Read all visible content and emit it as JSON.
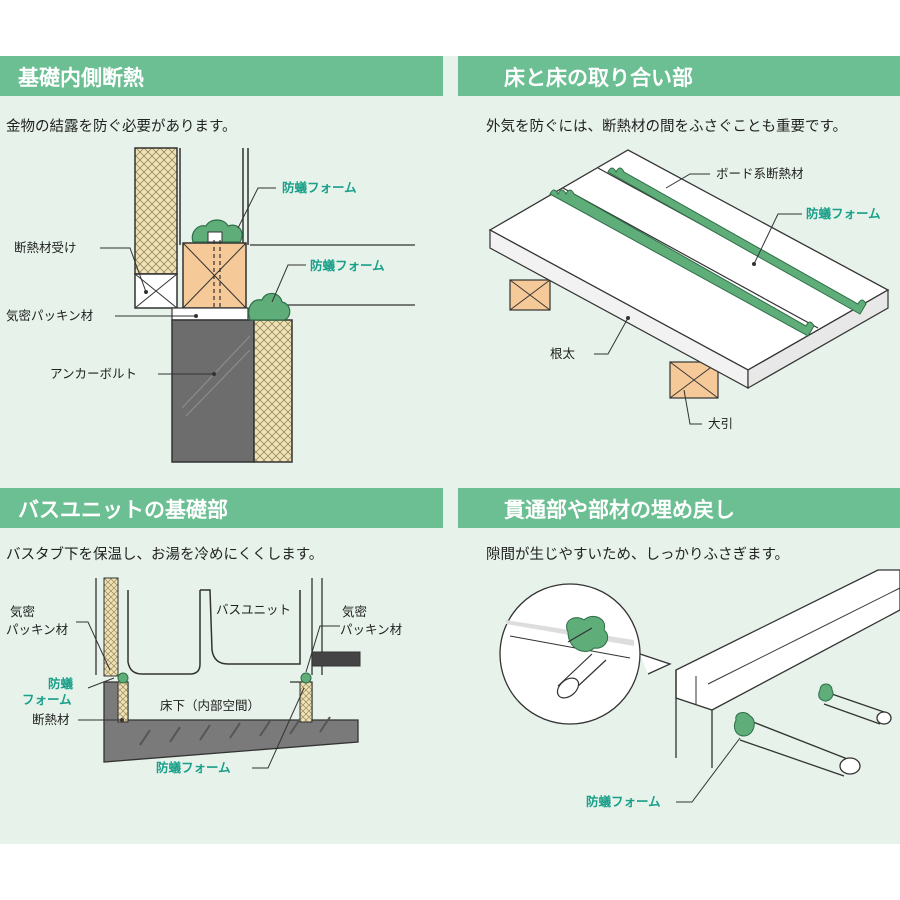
{
  "sections": {
    "foundation_inner": {
      "title": "基礎内側断熱",
      "caption": "金物の結露を防ぐ必要があります。",
      "labels": {
        "antitermite_top": "防蟻フォーム",
        "antitermite_side": "防蟻フォーム",
        "insulation_holder": "断熱材受け",
        "airtight_packing": "気密パッキン材",
        "anchor_bolt": "アンカーボルト"
      }
    },
    "floor_junction": {
      "title": "床と床の取り合い部",
      "caption": "外気を防ぐには、断熱材の間をふさぐことも重要です。",
      "labels": {
        "board_insulation": "ボード系断熱材",
        "antitermite": "防蟻フォーム",
        "joist": "根太",
        "beam": "大引"
      }
    },
    "bath_unit": {
      "title": "バスユニットの基礎部",
      "caption": "バスタブ下を保温し、お湯を冷めにくくします。",
      "labels": {
        "airtight_left_1": "気密",
        "airtight_left_2": "パッキン材",
        "bath_unit": "バスユニット",
        "airtight_right_1": "気密",
        "airtight_right_2": "パッキン材",
        "antitermite_left_1": "防蟻",
        "antitermite_left_2": "フォーム",
        "insulation": "断熱材",
        "underfloor": "床下（内部空間）",
        "antitermite_bottom": "防蟻フォーム"
      }
    },
    "penetration": {
      "title": "貫通部や部材の埋め戻し",
      "caption": "隙間が生じやすいため、しっかりふさぎます。",
      "labels": {
        "antitermite": "防蟻フォーム"
      }
    }
  },
  "colors": {
    "band": "#6cbf93",
    "background": "#e6f2ea",
    "foam": "#5fae7a",
    "wood": "#f5c998",
    "concrete": "#6d6d6d",
    "label_green": "#1aa08a"
  }
}
